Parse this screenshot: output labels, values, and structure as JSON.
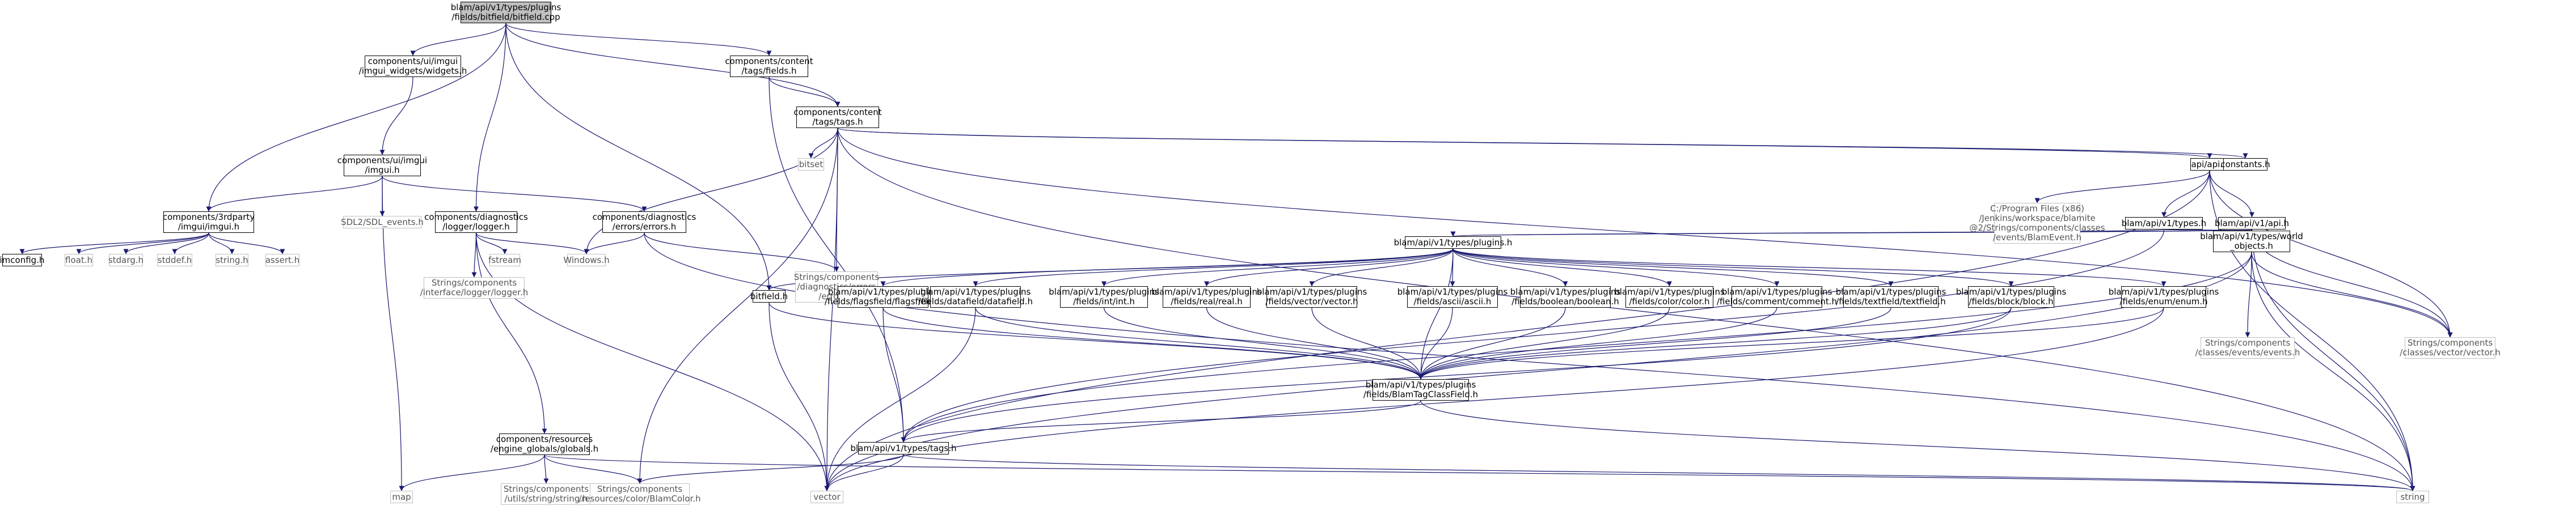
{
  "colors": {
    "edge": "#191970",
    "node_border": "#000000",
    "external_border": "#bfbfbf",
    "root_fill": "#bfbfbf"
  },
  "nodes": {
    "n0": {
      "lines": [
        "blam/api/v1/types/plugins",
        "/fields/bitfield/bitfield.cpp"
      ],
      "root": true
    },
    "n1": {
      "lines": [
        "components/ui/imgui",
        "/imgui_widgets/widgets.h"
      ]
    },
    "n2": {
      "lines": [
        "components/content",
        "/tags/fields.h"
      ]
    },
    "n3": {
      "lines": [
        "components/content",
        "/tags/tags.h"
      ]
    },
    "n4": {
      "lines": [
        "components/ui/imgui",
        "/imgui.h"
      ]
    },
    "n5": {
      "lines": [
        "components/3rdparty",
        "/imgui/imgui.h"
      ]
    },
    "n6": {
      "lines": [
        "SDL2/SDL_events.h"
      ],
      "ext": true
    },
    "n7": {
      "lines": [
        "components/diagnostics",
        "/logger/logger.h"
      ]
    },
    "n8": {
      "lines": [
        "components/diagnostics",
        "/errors/errors.h"
      ]
    },
    "n9": {
      "lines": [
        "imconfig.h"
      ]
    },
    "n10": {
      "lines": [
        "float.h"
      ],
      "ext": true
    },
    "n11": {
      "lines": [
        "stdarg.h"
      ],
      "ext": true
    },
    "n12": {
      "lines": [
        "stddef.h"
      ],
      "ext": true
    },
    "n13": {
      "lines": [
        "string.h"
      ],
      "ext": true
    },
    "n14": {
      "lines": [
        "assert.h"
      ],
      "ext": true
    },
    "n15": {
      "lines": [
        "Strings/components",
        "/interface/logger/logger.h"
      ],
      "ext": true
    },
    "n16": {
      "lines": [
        "fstream"
      ],
      "ext": true
    },
    "n17": {
      "lines": [
        "Windows.h"
      ],
      "ext": true
    },
    "n18": {
      "lines": [
        "Strings/components",
        "/diagnostics/errors",
        "/errors.h"
      ],
      "ext": true
    },
    "n19": {
      "lines": [
        "bitset"
      ],
      "ext": true
    },
    "n20": {
      "lines": [
        "api/api.h"
      ]
    },
    "n21": {
      "lines": [
        "constants.h"
      ]
    },
    "n22": {
      "lines": [
        "C:/Program Files (x86)",
        "/Jenkins/workspace/blamite",
        "@2/Strings/components/classes",
        "/events/BlamEvent.h"
      ],
      "ext": true
    },
    "n23": {
      "lines": [
        "blam/api/v1/types.h"
      ]
    },
    "n24": {
      "lines": [
        "blam/api/v1/api.h"
      ]
    },
    "n25": {
      "lines": [
        "blam/api/v1/types/plugins.h"
      ]
    },
    "n26": {
      "lines": [
        "blam/api/v1/types/world",
        "_objects.h"
      ]
    },
    "n27": {
      "lines": [
        "bitfield.h"
      ]
    },
    "n28": {
      "lines": [
        "blam/api/v1/types/plugins",
        "/fields/flagsfield/flagsfield.h"
      ]
    },
    "n29": {
      "lines": [
        "blam/api/v1/types/plugins",
        "/fields/datafield/datafield.h"
      ]
    },
    "n30": {
      "lines": [
        "blam/api/v1/types/plugins",
        "/fields/int/int.h"
      ]
    },
    "n31": {
      "lines": [
        "blam/api/v1/types/plugins",
        "/fields/real/real.h"
      ]
    },
    "n32": {
      "lines": [
        "blam/api/v1/types/plugins",
        "/fields/vector/vector.h"
      ]
    },
    "n33": {
      "lines": [
        "blam/api/v1/types/plugins",
        "/fields/ascii/ascii.h"
      ]
    },
    "n34": {
      "lines": [
        "blam/api/v1/types/plugins",
        "/fields/boolean/boolean.h"
      ]
    },
    "n35": {
      "lines": [
        "blam/api/v1/types/plugins",
        "/fields/color/color.h"
      ]
    },
    "n36": {
      "lines": [
        "blam/api/v1/types/plugins",
        "/fields/comment/comment.h"
      ]
    },
    "n37": {
      "lines": [
        "blam/api/v1/types/plugins",
        "/fields/textfield/textfield.h"
      ]
    },
    "n38": {
      "lines": [
        "blam/api/v1/types/plugins",
        "/fields/block/block.h"
      ]
    },
    "n39": {
      "lines": [
        "blam/api/v1/types/plugins",
        "/fields/enum/enum.h"
      ]
    },
    "n40": {
      "lines": [
        "Strings/components",
        "/classes/events/events.h"
      ],
      "ext": true
    },
    "n41": {
      "lines": [
        "Strings/components",
        "/classes/vector/vector.h"
      ],
      "ext": true
    },
    "n42": {
      "lines": [
        "blam/api/v1/types/plugins",
        "/fields/BlamTagClassField.h"
      ]
    },
    "n43": {
      "lines": [
        "blam/api/v1/types/tags.h"
      ]
    },
    "n44": {
      "lines": [
        "components/resources",
        "/engine_globals/globals.h"
      ]
    },
    "n45": {
      "lines": [
        "map"
      ],
      "ext": true
    },
    "n46": {
      "lines": [
        "Strings/components",
        "/utils/string/string.h"
      ],
      "ext": true
    },
    "n47": {
      "lines": [
        "Strings/components",
        "/resources/color/BlamColor.h"
      ],
      "ext": true
    },
    "n48": {
      "lines": [
        "vector"
      ],
      "ext": true
    },
    "n49": {
      "lines": [
        "string"
      ],
      "ext": true
    }
  }
}
